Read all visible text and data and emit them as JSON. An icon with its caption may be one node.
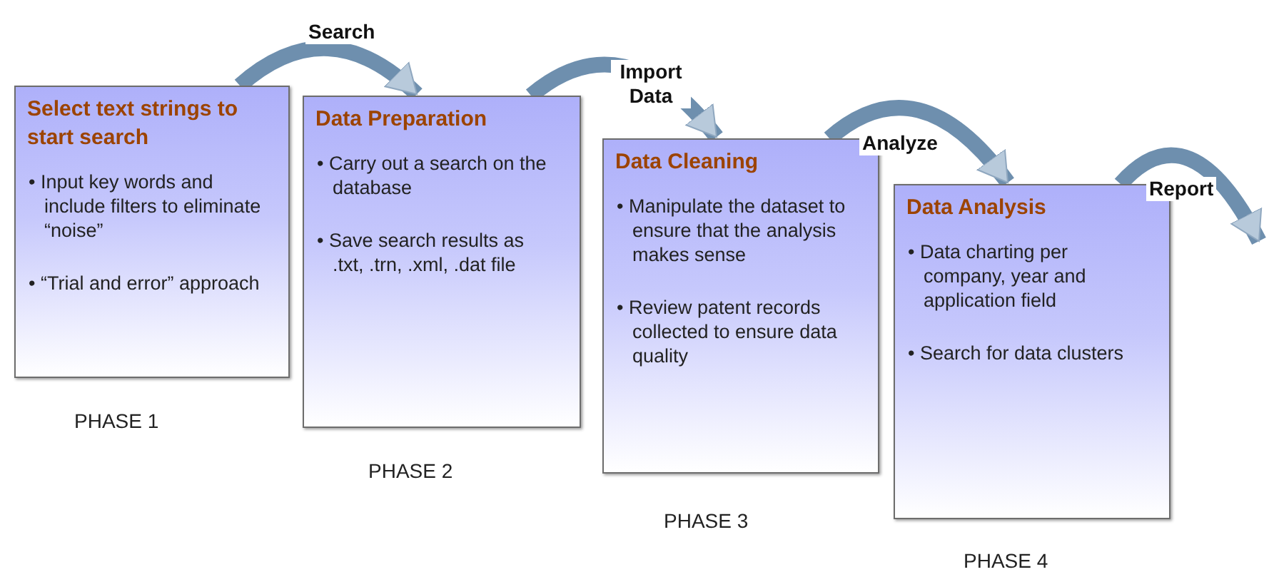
{
  "diagram": {
    "nodes": [
      {
        "text": [
          "Select text strings to start search",
          "• Input key words and include filters to eliminate “noise”",
          "• “Trial and error” approach"
        ],
        "beside": [
          "PHASE 1"
        ]
      },
      {
        "text": [
          "Data Preparation",
          "• Carry out a search on the database",
          "• Save search results as .txt, .trn, .xml, .dat file"
        ],
        "beside": [
          "PHASE 2"
        ]
      },
      {
        "text": [
          "Data Cleaning",
          "• Manipulate the dataset to ensure that the analysis makes sense",
          "• Review patent records collected to ensure data quality"
        ],
        "beside": [
          "PHASE 3"
        ]
      },
      {
        "text": [
          "Data Analysis",
          "• Data charting per company, year and application field",
          "• Search for data clusters"
        ],
        "beside": [
          "PHASE 4"
        ]
      }
    ],
    "edges": [
      {
        "from": 0,
        "to": 1,
        "arrow": "to",
        "label": "Search"
      },
      {
        "from": 1,
        "to": 2,
        "arrow": "to",
        "label": "Import Data"
      },
      {
        "from": 2,
        "to": 3,
        "arrow": "to",
        "label": "Analyze"
      },
      {
        "from": 3,
        "to": null,
        "arrow": "to",
        "label": "Report"
      }
    ]
  }
}
